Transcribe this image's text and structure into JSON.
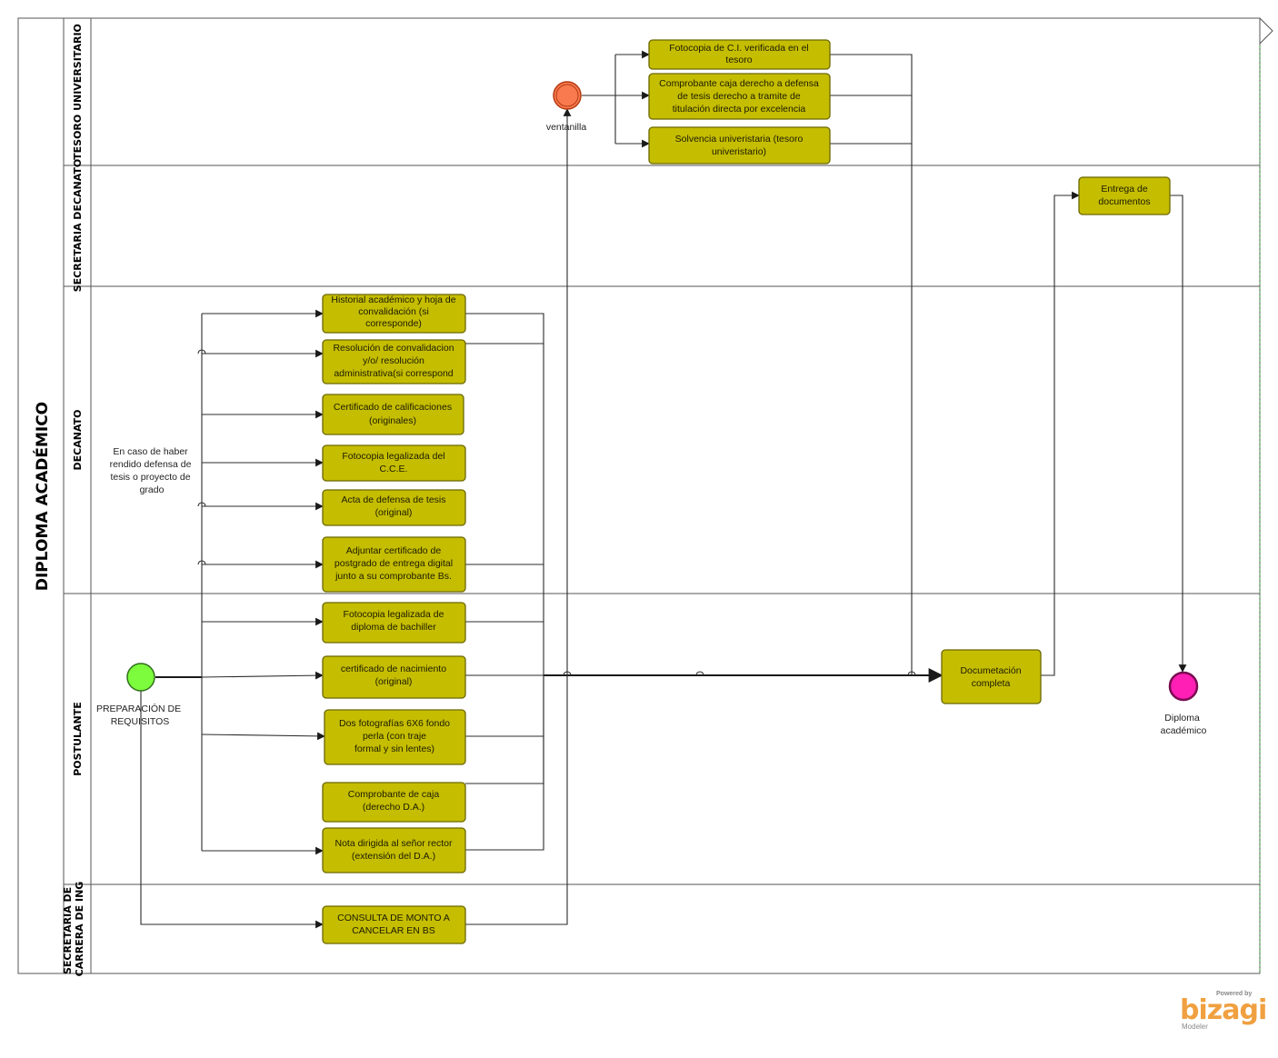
{
  "pool": {
    "title": "DIPLOMA ACADÉMICO"
  },
  "lanes": [
    {
      "id": "tesoro",
      "title_lines": [
        "TESORO UNIVERSITARIO"
      ]
    },
    {
      "id": "secretaria-decanato",
      "title_lines": [
        "SECRETARIA DECANATO"
      ]
    },
    {
      "id": "decanato",
      "title_lines": [
        "DECANATO"
      ]
    },
    {
      "id": "postulante",
      "title_lines": [
        "POSTULANTE"
      ]
    },
    {
      "id": "secretaria-carrera",
      "title_lines": [
        "SECRETARIA DE",
        "CARRERA DE ING"
      ]
    }
  ],
  "events": {
    "start": {
      "label_lines": [
        "PREPARACIÓN DE",
        "REQUISITOS"
      ],
      "color": "#7cfc3c"
    },
    "intermediate": {
      "label_lines": [
        "ventanilla"
      ],
      "color": "#f97a4e"
    },
    "end": {
      "label_lines": [
        "Diploma",
        "académico"
      ],
      "color": "#ff1fb4"
    }
  },
  "annotation": {
    "lines": [
      "En caso de haber",
      "rendido defensa de",
      "tesis o proyecto de",
      "grado"
    ]
  },
  "tasks": {
    "fotocopia_ci": [
      "Fotocopia de C.I. verificada en el",
      "tesoro"
    ],
    "comprobante_tesis": [
      "Comprobante caja derecho a defensa",
      "de tesis derecho a tramite de",
      "titulación directa por excelencia"
    ],
    "solvencia": [
      "Solvencia univeristaria (tesoro",
      "univeristario)"
    ],
    "entrega": [
      "Entrega de",
      "documentos"
    ],
    "historial": [
      "Historial académico y hoja de",
      "convalidación (si",
      "corresponde)"
    ],
    "resolucion": [
      "Resolución de convalidacion",
      "y/o/ resolución",
      "administrativa(si correspond"
    ],
    "certificado_calif": [
      "Certificado de calificaciones",
      "(originales)"
    ],
    "fotocopia_cce": [
      "Fotocopia legalizada del",
      "C.C.E."
    ],
    "acta": [
      "Acta de defensa de tesis",
      "(original)"
    ],
    "postgrado": [
      "Adjuntar certificado de",
      "postgrado de entrega digital",
      "junto a su comprobante Bs."
    ],
    "bachiller": [
      "Fotocopia legalizada de",
      "diploma de bachiller"
    ],
    "nacimiento": [
      "certificado de nacimiento",
      "(original)"
    ],
    "fotografias": [
      "Dos fotografías 6X6 fondo",
      "perla (con traje",
      "formal y sin lentes)"
    ],
    "comprobante_da": [
      "Comprobante de caja",
      "(derecho D.A.)"
    ],
    "nota": [
      "Nota dirigida al señor rector",
      "(extensión del D.A.)"
    ],
    "documentacion": [
      "Documetación",
      "completa"
    ],
    "consulta": [
      "CONSULTA DE MONTO A",
      "CANCELAR EN BS"
    ]
  },
  "branding": {
    "powered": "Powered by",
    "name": "bizagi",
    "product": "Modeler"
  }
}
